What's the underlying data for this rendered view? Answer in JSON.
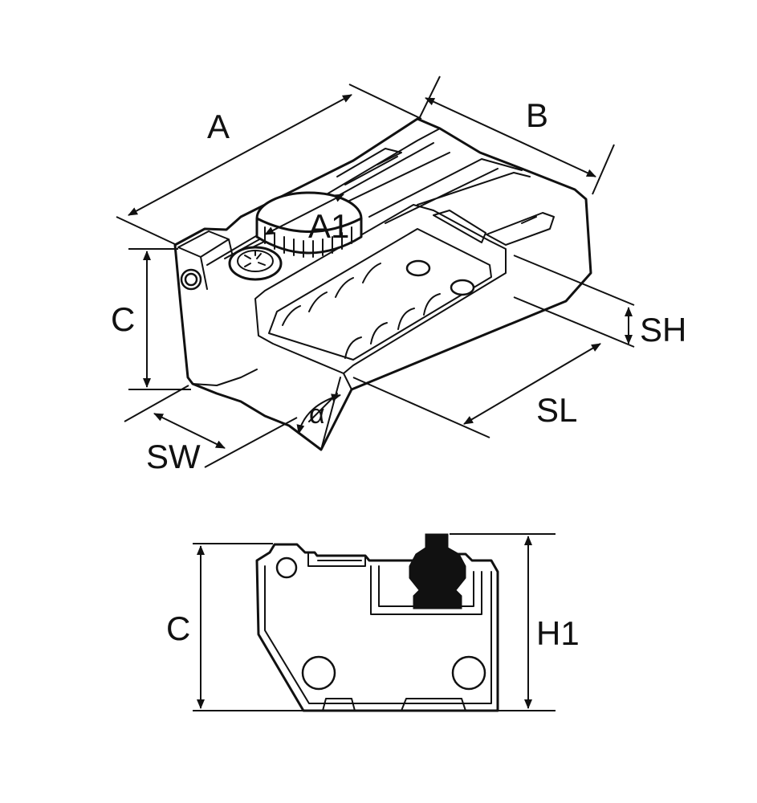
{
  "labels": {
    "A": "A",
    "B": "B",
    "A1": "A1",
    "C_top": "C",
    "SH": "SH",
    "SL": "SL",
    "SW": "SW",
    "alpha": "α",
    "C_bottom": "C",
    "H1": "H1"
  },
  "colors": {
    "line": "#111111",
    "background": "#ffffff"
  }
}
